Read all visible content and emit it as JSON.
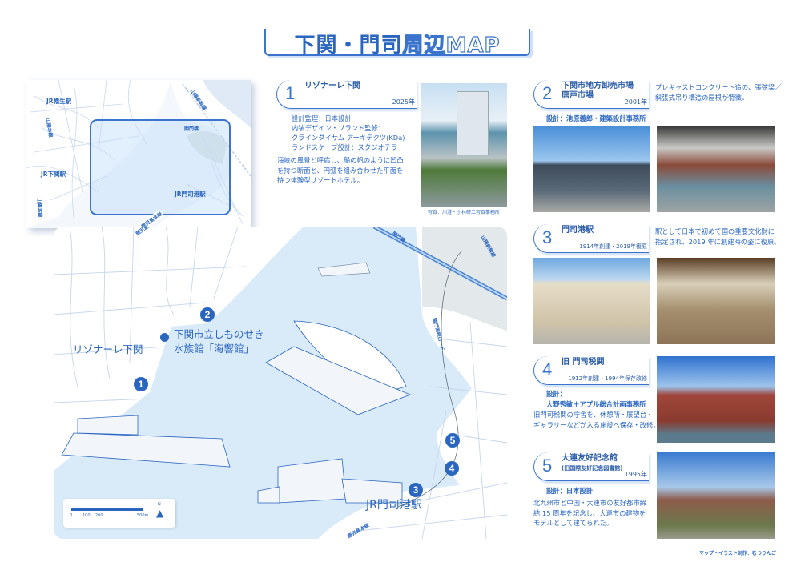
{
  "title": {
    "part1": "下関・門司",
    "part2": "周辺MAP"
  },
  "inset_map": {
    "labels": [
      "JR幡生駅",
      "JR下関駅",
      "関門橋",
      "JR門司港駅"
    ],
    "roads": [
      "山陽本線",
      "山陽新幹線",
      "山陽本線",
      "鹿児島本線"
    ]
  },
  "main_map": {
    "roads": [
      "鹿児島本線",
      "関門橋",
      "山陽新幹線",
      "関門海峡ロード",
      "鹿児島本線"
    ],
    "labels": {
      "rizonare": "リゾナーレ下関",
      "aquarium_line1": "下関市立しものせき",
      "aquarium_line2": "水族館「海響館」",
      "station": "JR門司港駅"
    },
    "pins": [
      "1",
      "2",
      "3",
      "4",
      "5"
    ],
    "scale": {
      "ticks": [
        "0",
        "100",
        "200",
        "500m"
      ],
      "north": "N"
    }
  },
  "entries": [
    {
      "num": "1",
      "title": "リゾナーレ下関",
      "year": "2025年",
      "credits": [
        "設計監理：日本設計",
        "内装デザイン・ブランド監修：",
        "クラインダイサム アーキテクツ(KDa)",
        "ランドスケープ設計：スタジオテラ"
      ],
      "desc": [
        "海峡の風景と呼応し、船の帆のように凹凸",
        "を持つ断面と、円弧を組み合わせた平面を",
        "持つ体験型リゾートホテル。"
      ],
      "photo_credit": "写真：川澄・小林研二写真事務所"
    },
    {
      "num": "2",
      "title": "下関市地方卸売市場",
      "title2": "唐戸市場",
      "year": "2001年",
      "credits": [
        "設計：池原義郎・建築設計事務所"
      ],
      "desc": [
        "プレキャストコンクリート造の、張弦梁／",
        "斜張式吊り構造の屋根が特徴。"
      ]
    },
    {
      "num": "3",
      "title": "門司港駅",
      "year": "1914年創建・2019年復原",
      "desc": [
        "駅として日本で初めて国の重要文化財に",
        "指定され、2019 年に創建時の姿に復原。"
      ]
    },
    {
      "num": "4",
      "title": "旧 門司税関",
      "year": "1912年創建・1994年保存改修",
      "credits": [
        "設計：",
        "大野秀敏＋アプル総合計画事務所"
      ],
      "desc": [
        "旧門司税関の庁舎を、休憩所・展望台・",
        "ギャラリーなどが入る施設へ保存・改修。"
      ]
    },
    {
      "num": "5",
      "title": "大連友好記念館",
      "title2": "(旧国際友好記念図書館)",
      "year": "1995年",
      "credits": [
        "設計：日本設計"
      ],
      "desc": [
        "北九州市と中国・大連市の友好都市締",
        "結 15 周年を記念し、大連市の建物を",
        "モデルとして建てられた。"
      ]
    }
  ],
  "footer": "マップ・イラスト制作：むつりんご",
  "colors": {
    "accent": "#2a66c0",
    "water": "#d9eaf9",
    "land": "#ffffff"
  }
}
